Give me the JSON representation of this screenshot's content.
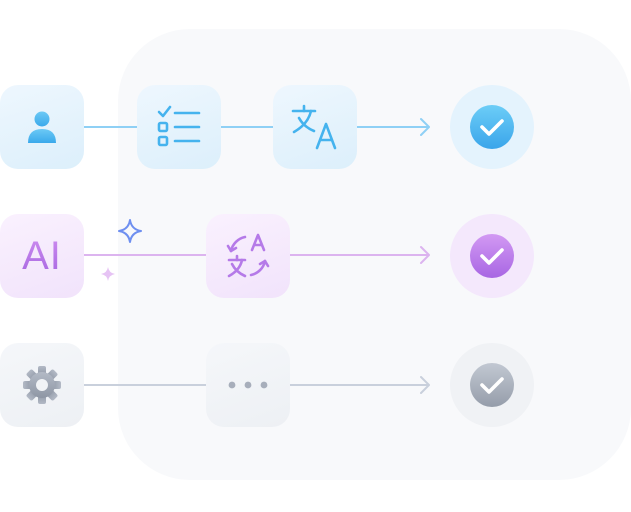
{
  "colors": {
    "blue_accent": "#4ab8f0",
    "purple_accent": "#b57ae8",
    "gray_accent": "#9aa3b3",
    "sparkle_blue": "#6e8ff0",
    "sparkle_pink": "#e6c3f4"
  },
  "rows": [
    {
      "id": "translation-flow",
      "steps": [
        {
          "icon": "user-icon"
        },
        {
          "icon": "checklist-icon"
        },
        {
          "icon": "translate-icon"
        }
      ],
      "result_icon": "check-circle-icon"
    },
    {
      "id": "ai-flow",
      "steps": [
        {
          "icon": "ai-badge",
          "label": "AI"
        },
        {
          "icon": "ai-translate-icon"
        }
      ],
      "result_icon": "check-circle-icon"
    },
    {
      "id": "settings-flow",
      "steps": [
        {
          "icon": "gear-icon"
        },
        {
          "icon": "more-dots-icon"
        }
      ],
      "result_icon": "check-circle-icon"
    }
  ]
}
